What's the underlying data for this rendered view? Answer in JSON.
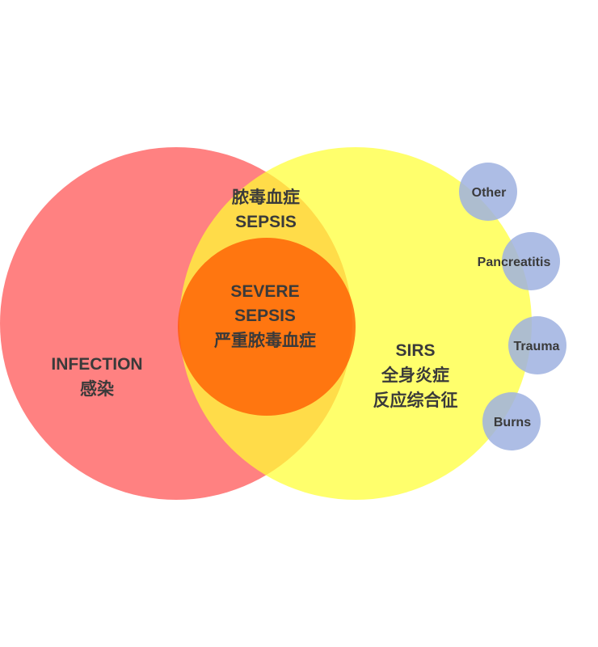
{
  "colors": {
    "infection": "#ff6b6b",
    "sirs": "#ffff4d",
    "sepsis_overlap": "#ff8a3a",
    "severe_sepsis": "#ff6a1a",
    "cause_circle": "#a9b8e3",
    "text": "#3a3a3a"
  },
  "infection": {
    "line1": "INFECTION",
    "line2": "感染"
  },
  "sepsis": {
    "line1": "脓毒血症",
    "line2": "SEPSIS"
  },
  "severe_sepsis": {
    "line1": "SEVERE",
    "line2": "SEPSIS",
    "line3": "严重脓毒血症"
  },
  "sirs": {
    "line1": "SIRS",
    "line2": "全身炎症",
    "line3": "反应综合征"
  },
  "causes": [
    "Other",
    "Pancreatitis",
    "Trauma",
    "Burns"
  ]
}
